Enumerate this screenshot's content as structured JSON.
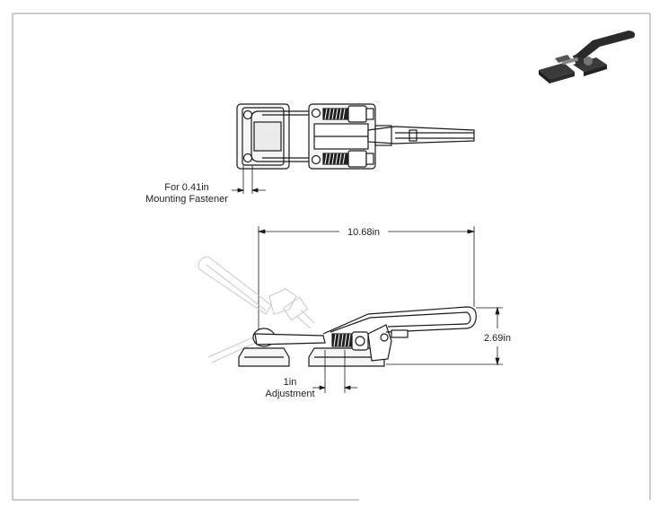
{
  "annotations": {
    "fastener_line1": "For 0.41in",
    "fastener_line2": "Mounting Fastener",
    "overall_length": "10.68in",
    "height": "2.69in",
    "adjust_line1": "1in",
    "adjust_line2": "Adjustment"
  },
  "colors": {
    "line": "#1a1a1a",
    "phantom": "#c8c8c8",
    "fill_light": "#f2f2f2",
    "thread": "#222222"
  }
}
